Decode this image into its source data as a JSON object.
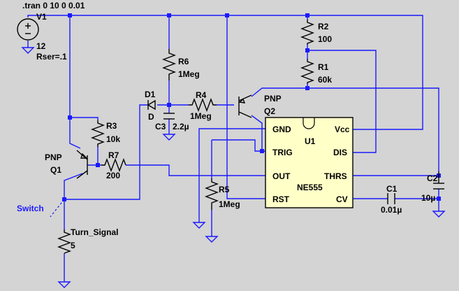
{
  "directive": ".tran 0 10 0 0.01",
  "v1": {
    "name": "V1",
    "value": "12",
    "param": "Rser=.1"
  },
  "r1": {
    "name": "R1",
    "value": "60k"
  },
  "r2": {
    "name": "R2",
    "value": "100"
  },
  "r3": {
    "name": "R3",
    "value": "10k"
  },
  "r4": {
    "name": "R4",
    "value": "1Meg"
  },
  "r5": {
    "name": "R5",
    "value": "1Meg"
  },
  "r6": {
    "name": "R6",
    "value": "1Meg"
  },
  "r7": {
    "name": "R7",
    "value": "200"
  },
  "c1": {
    "name": "C1",
    "value": "0.01µ"
  },
  "c2": {
    "name": "C2",
    "value": "10µ"
  },
  "c3": {
    "name": "C3",
    "value": "2.2µ"
  },
  "d1": {
    "name": "D1",
    "value": "D"
  },
  "q1": {
    "name": "Q1",
    "type": "PNP"
  },
  "q2": {
    "name": "Q2",
    "type": "PNP"
  },
  "u1": {
    "name": "U1",
    "part": "NE555",
    "pins": {
      "gnd": "GND",
      "vcc": "Vcc",
      "trig": "TRIG",
      "dis": "DIS",
      "out": "OUT",
      "thrs": "THRS",
      "rst": "RST",
      "cv": "CV"
    }
  },
  "switch_label": "Switch",
  "lamp": {
    "name": "Turn_Signal",
    "value": "5"
  },
  "colors": {
    "wire": "#1a1aff",
    "component": "#000000",
    "background": "#d4d4d4",
    "ic_fill": "#ffffc8"
  }
}
